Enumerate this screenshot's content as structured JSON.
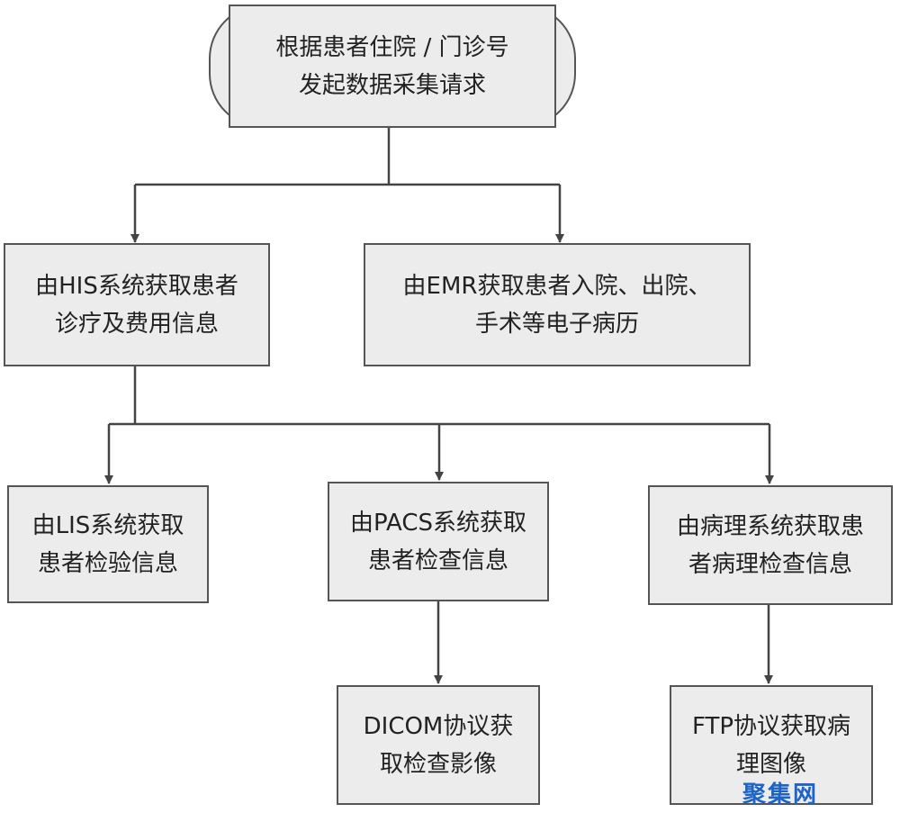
{
  "nodes": {
    "start": [
      "根据患者住院 / 门诊号",
      "发起数据采集请求"
    ],
    "his": [
      "由HIS系统获取患者",
      "诊疗及费用信息"
    ],
    "emr": [
      "由EMR获取患者入院、出院、",
      "手术等电子病历"
    ],
    "lis": [
      "由LIS系统获取",
      "患者检验信息"
    ],
    "pacs": [
      "由PACS系统获取",
      "患者检查信息"
    ],
    "pathology": [
      "由病理系统获取患",
      "者病理检查信息"
    ],
    "dicom": [
      "DICOM协议获",
      "取检查影像"
    ],
    "ftp": [
      "FTP协议获取病",
      "理图像"
    ]
  },
  "watermark": "聚集网",
  "colors": {
    "box_fill": "#ececec",
    "box_border": "#555555",
    "connector": "#444444",
    "text": "#222222",
    "watermark": "#1e64c8"
  }
}
